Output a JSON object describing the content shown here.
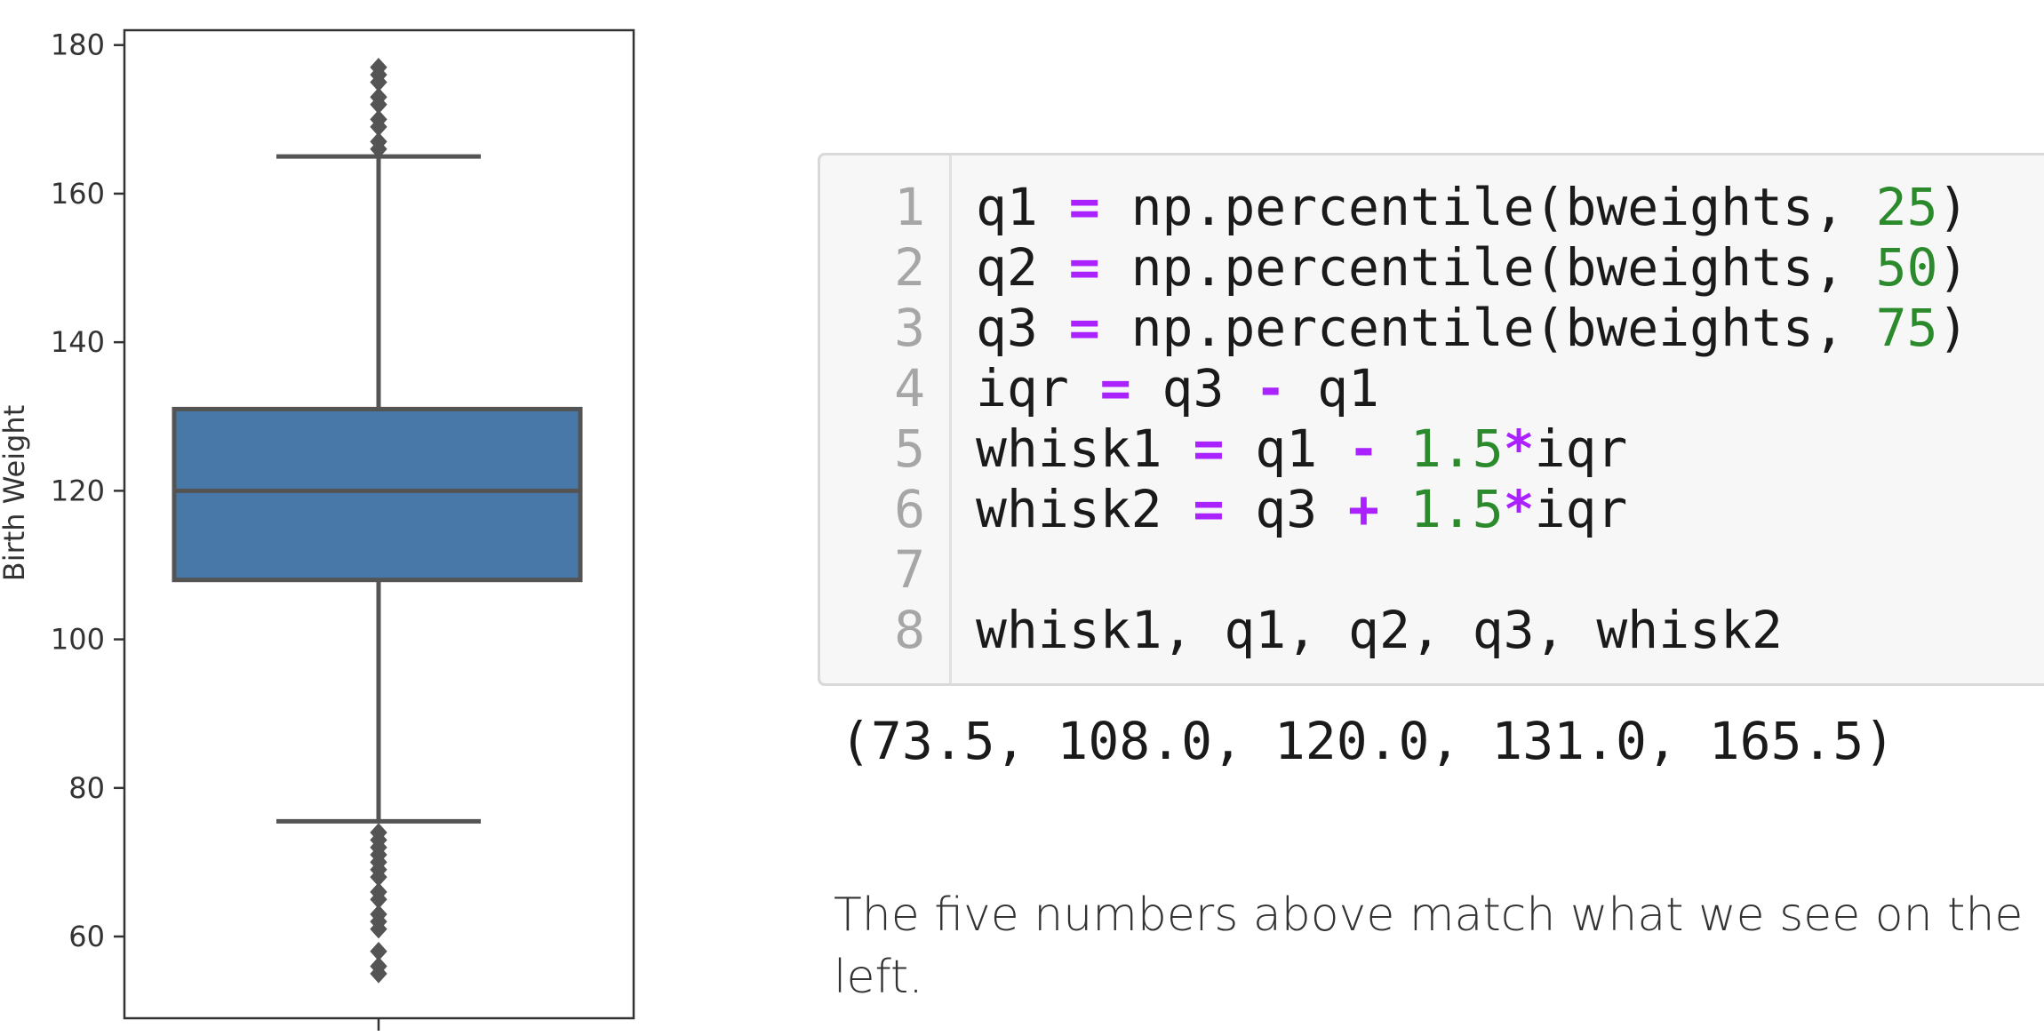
{
  "chart_data": {
    "type": "box",
    "ylabel": "Birth Weight",
    "ylim": [
      49,
      182
    ],
    "yticks": [
      60,
      80,
      100,
      120,
      140,
      160,
      180
    ],
    "grid": false,
    "box": {
      "whisker_low": 75.5,
      "q1": 108.0,
      "median": 120.0,
      "q3": 131.0,
      "whisker_high": 165.0
    },
    "outliers_low": [
      55,
      56,
      58,
      61,
      62,
      63,
      65,
      66,
      68,
      69,
      70,
      71,
      72,
      73,
      74
    ],
    "outliers_high": [
      166,
      167,
      169,
      170,
      172,
      173,
      175,
      176,
      177
    ],
    "colors": {
      "box": "#4878a8",
      "lines": "#545454"
    }
  },
  "code": {
    "lines": [
      {
        "n": "1",
        "tokens": [
          {
            "t": "q1 "
          },
          {
            "t": "=",
            "c": "op"
          },
          {
            "t": " np.percentile(bweights, "
          },
          {
            "t": "25",
            "c": "num"
          },
          {
            "t": ")"
          }
        ]
      },
      {
        "n": "2",
        "tokens": [
          {
            "t": "q2 "
          },
          {
            "t": "=",
            "c": "op"
          },
          {
            "t": " np.percentile(bweights, "
          },
          {
            "t": "50",
            "c": "num"
          },
          {
            "t": ")"
          }
        ]
      },
      {
        "n": "3",
        "tokens": [
          {
            "t": "q3 "
          },
          {
            "t": "=",
            "c": "op"
          },
          {
            "t": " np.percentile(bweights, "
          },
          {
            "t": "75",
            "c": "num"
          },
          {
            "t": ")"
          }
        ]
      },
      {
        "n": "4",
        "tokens": [
          {
            "t": "iqr "
          },
          {
            "t": "=",
            "c": "op"
          },
          {
            "t": " q3 "
          },
          {
            "t": "-",
            "c": "op"
          },
          {
            "t": " q1"
          }
        ]
      },
      {
        "n": "5",
        "tokens": [
          {
            "t": "whisk1 "
          },
          {
            "t": "=",
            "c": "op"
          },
          {
            "t": " q1 "
          },
          {
            "t": "-",
            "c": "op"
          },
          {
            "t": " "
          },
          {
            "t": "1.5",
            "c": "num"
          },
          {
            "t": "*",
            "c": "op"
          },
          {
            "t": "iqr"
          }
        ]
      },
      {
        "n": "6",
        "tokens": [
          {
            "t": "whisk2 "
          },
          {
            "t": "=",
            "c": "op"
          },
          {
            "t": " q3 "
          },
          {
            "t": "+",
            "c": "op"
          },
          {
            "t": " "
          },
          {
            "t": "1.5",
            "c": "num"
          },
          {
            "t": "*",
            "c": "op"
          },
          {
            "t": "iqr"
          }
        ]
      },
      {
        "n": "7",
        "tokens": []
      },
      {
        "n": "8",
        "tokens": [
          {
            "t": "whisk1, q1, q2, q3, whisk2"
          }
        ]
      }
    ],
    "colors": {
      "op": "#aa22ff",
      "num": "#2b8a2b",
      "line_number": "#a6a6a6"
    }
  },
  "output": "(73.5, 108.0, 120.0, 131.0, 165.5)",
  "caption": "The five numbers above match what we see on the left."
}
